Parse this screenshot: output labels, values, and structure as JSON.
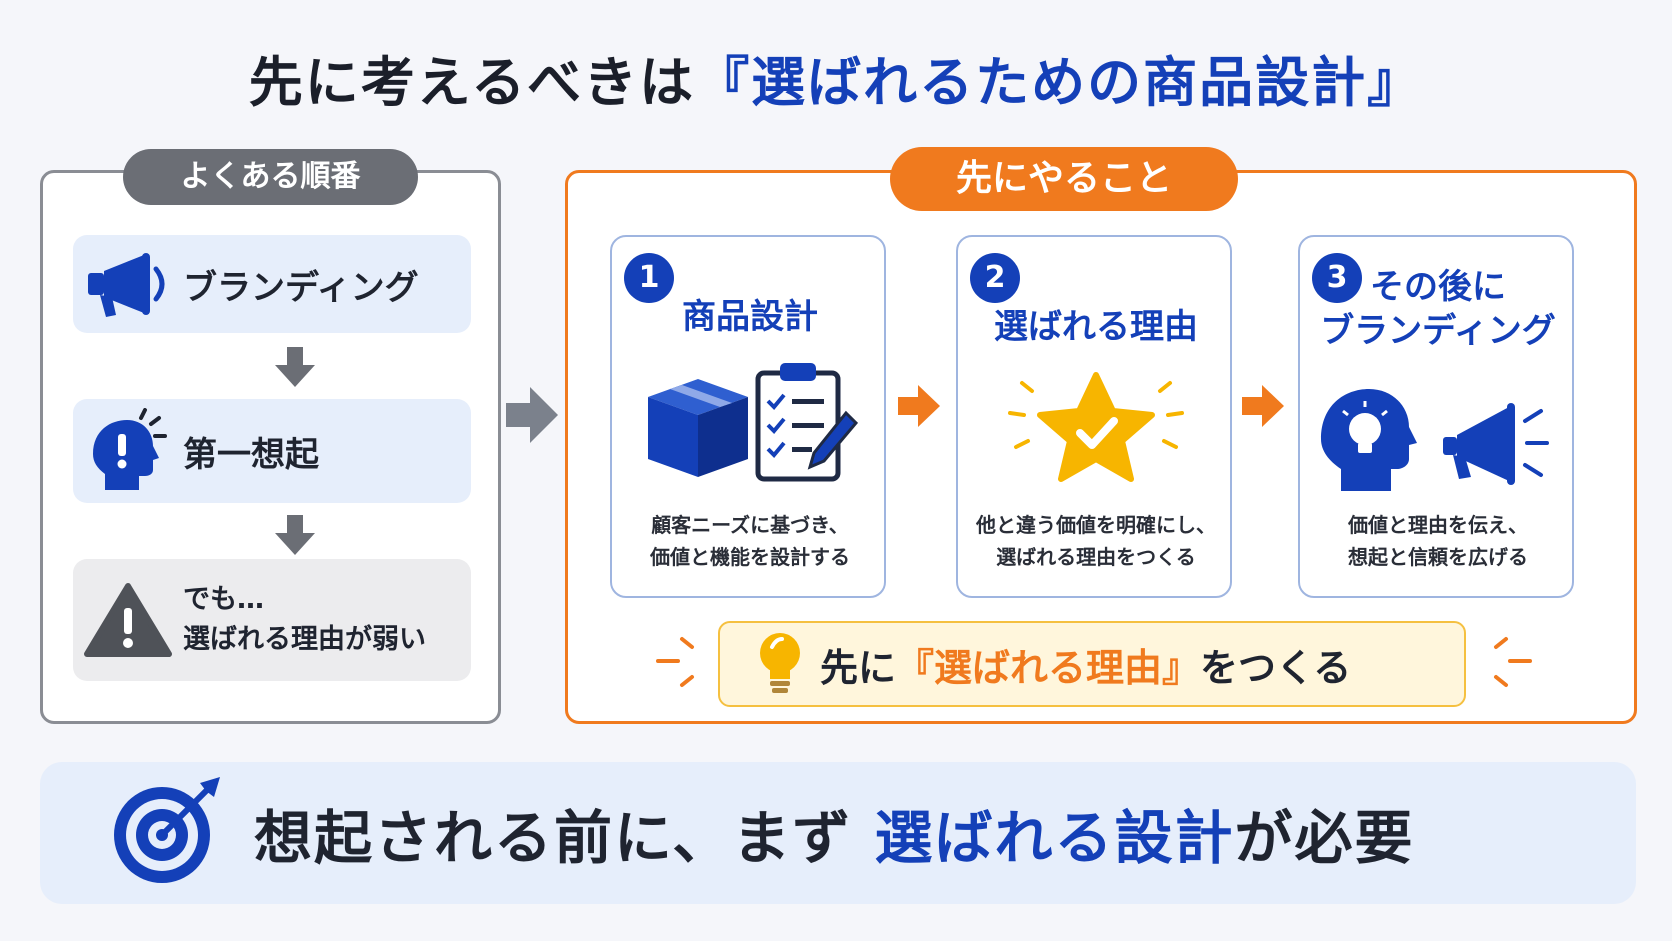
{
  "title": {
    "prefix": "先に考えるべきは",
    "highlight": "『選ばれるための商品設計』"
  },
  "left_panel": {
    "tag": "よくある順番",
    "items": [
      {
        "label": "ブランディング",
        "icon": "megaphone-icon"
      },
      {
        "label": "第一想起",
        "icon": "head-alert-icon"
      },
      {
        "label_line1": "でも…",
        "label_line2": "選ばれる理由が弱い",
        "icon": "warning-icon"
      }
    ]
  },
  "right_panel": {
    "tag": "先にやること",
    "steps": [
      {
        "num": "1",
        "title": "商品設計",
        "desc_line1": "顧客ニーズに基づき、",
        "desc_line2": "価値と機能を設計する",
        "icon": "box-clipboard-icon"
      },
      {
        "num": "2",
        "title": "選ばれる理由",
        "desc_line1": "他と違う価値を明確にし、",
        "desc_line2": "選ばれる理由をつくる",
        "icon": "star-check-icon"
      },
      {
        "num": "3",
        "title_line1": "その後に",
        "title_line2": "ブランディング",
        "desc_line1": "価値と理由を伝え、",
        "desc_line2": "想起と信頼を広げる",
        "icon": "head-bulb-megaphone-icon"
      }
    ],
    "callout": {
      "prefix": "先に",
      "highlight": "『選ばれる理由』",
      "suffix": "をつくる",
      "icon": "lightbulb-icon"
    }
  },
  "banner": {
    "prefix": "想起される前に、まず ",
    "highlight": "選ばれる設計",
    "suffix": "が必要",
    "icon": "target-icon"
  },
  "colors": {
    "brand_blue": "#1440b8",
    "accent_orange": "#f07a1e",
    "gray": "#6b6e75"
  }
}
